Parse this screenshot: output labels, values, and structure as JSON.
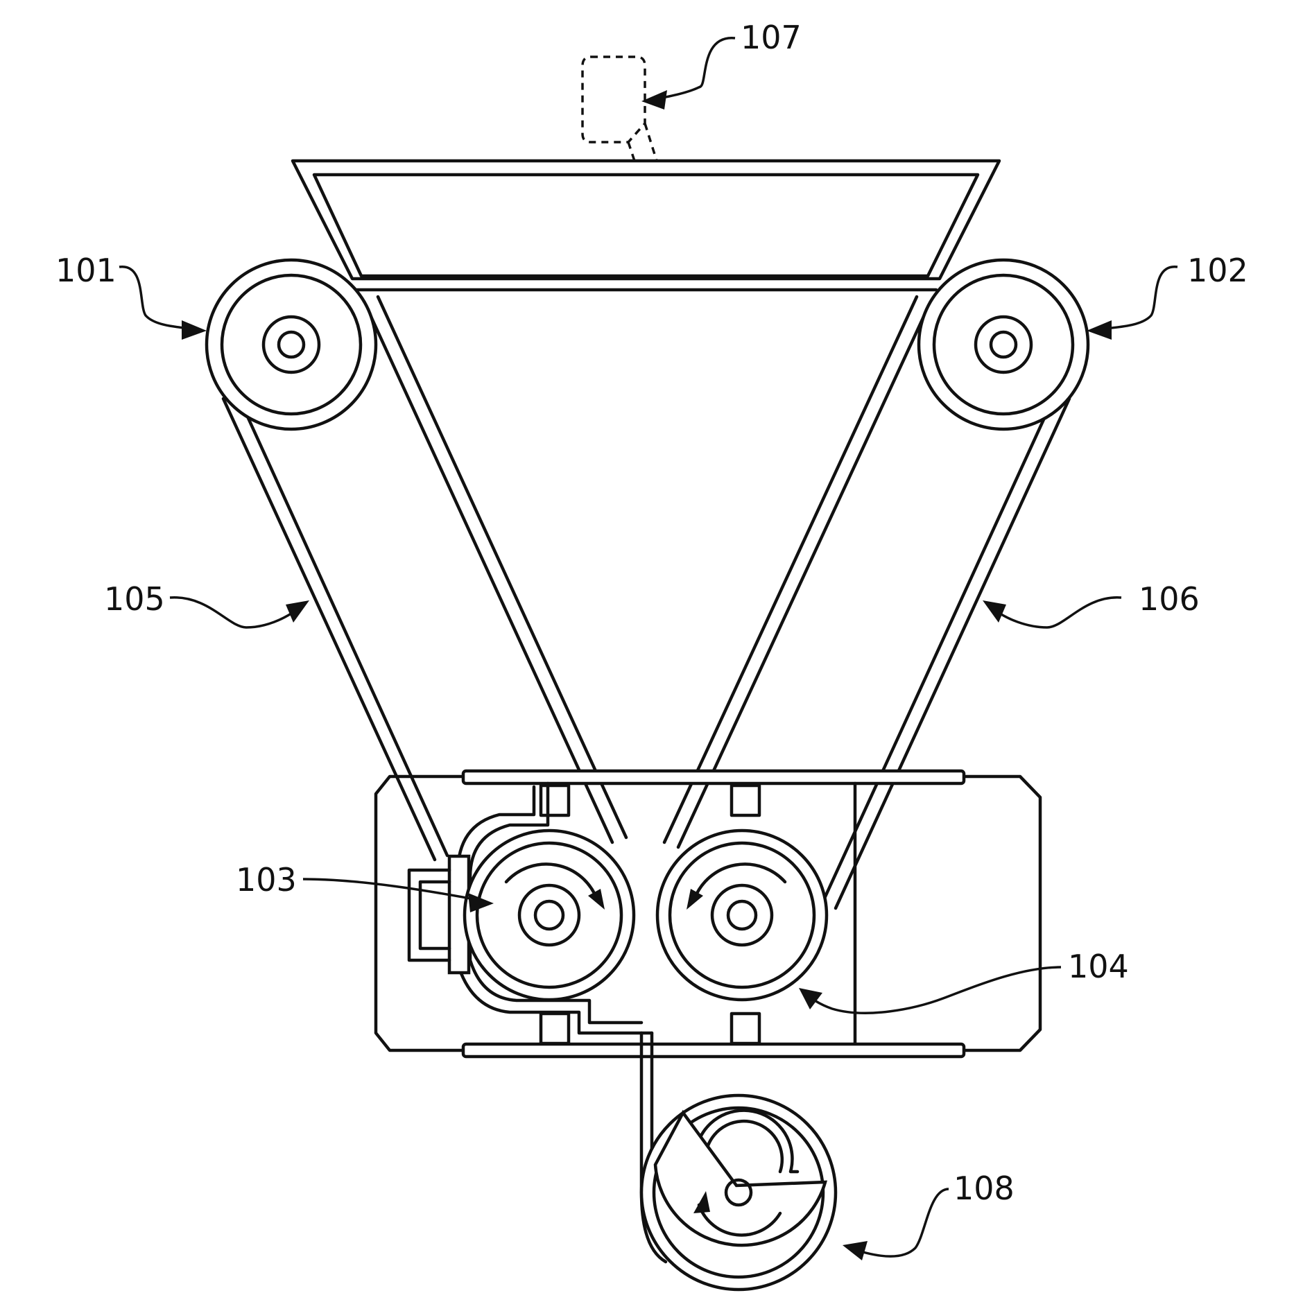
{
  "labels": {
    "l101": "101",
    "l102": "102",
    "l103": "103",
    "l104": "104",
    "l105": "105",
    "l106": "106",
    "l107": "107",
    "l108": "108"
  }
}
